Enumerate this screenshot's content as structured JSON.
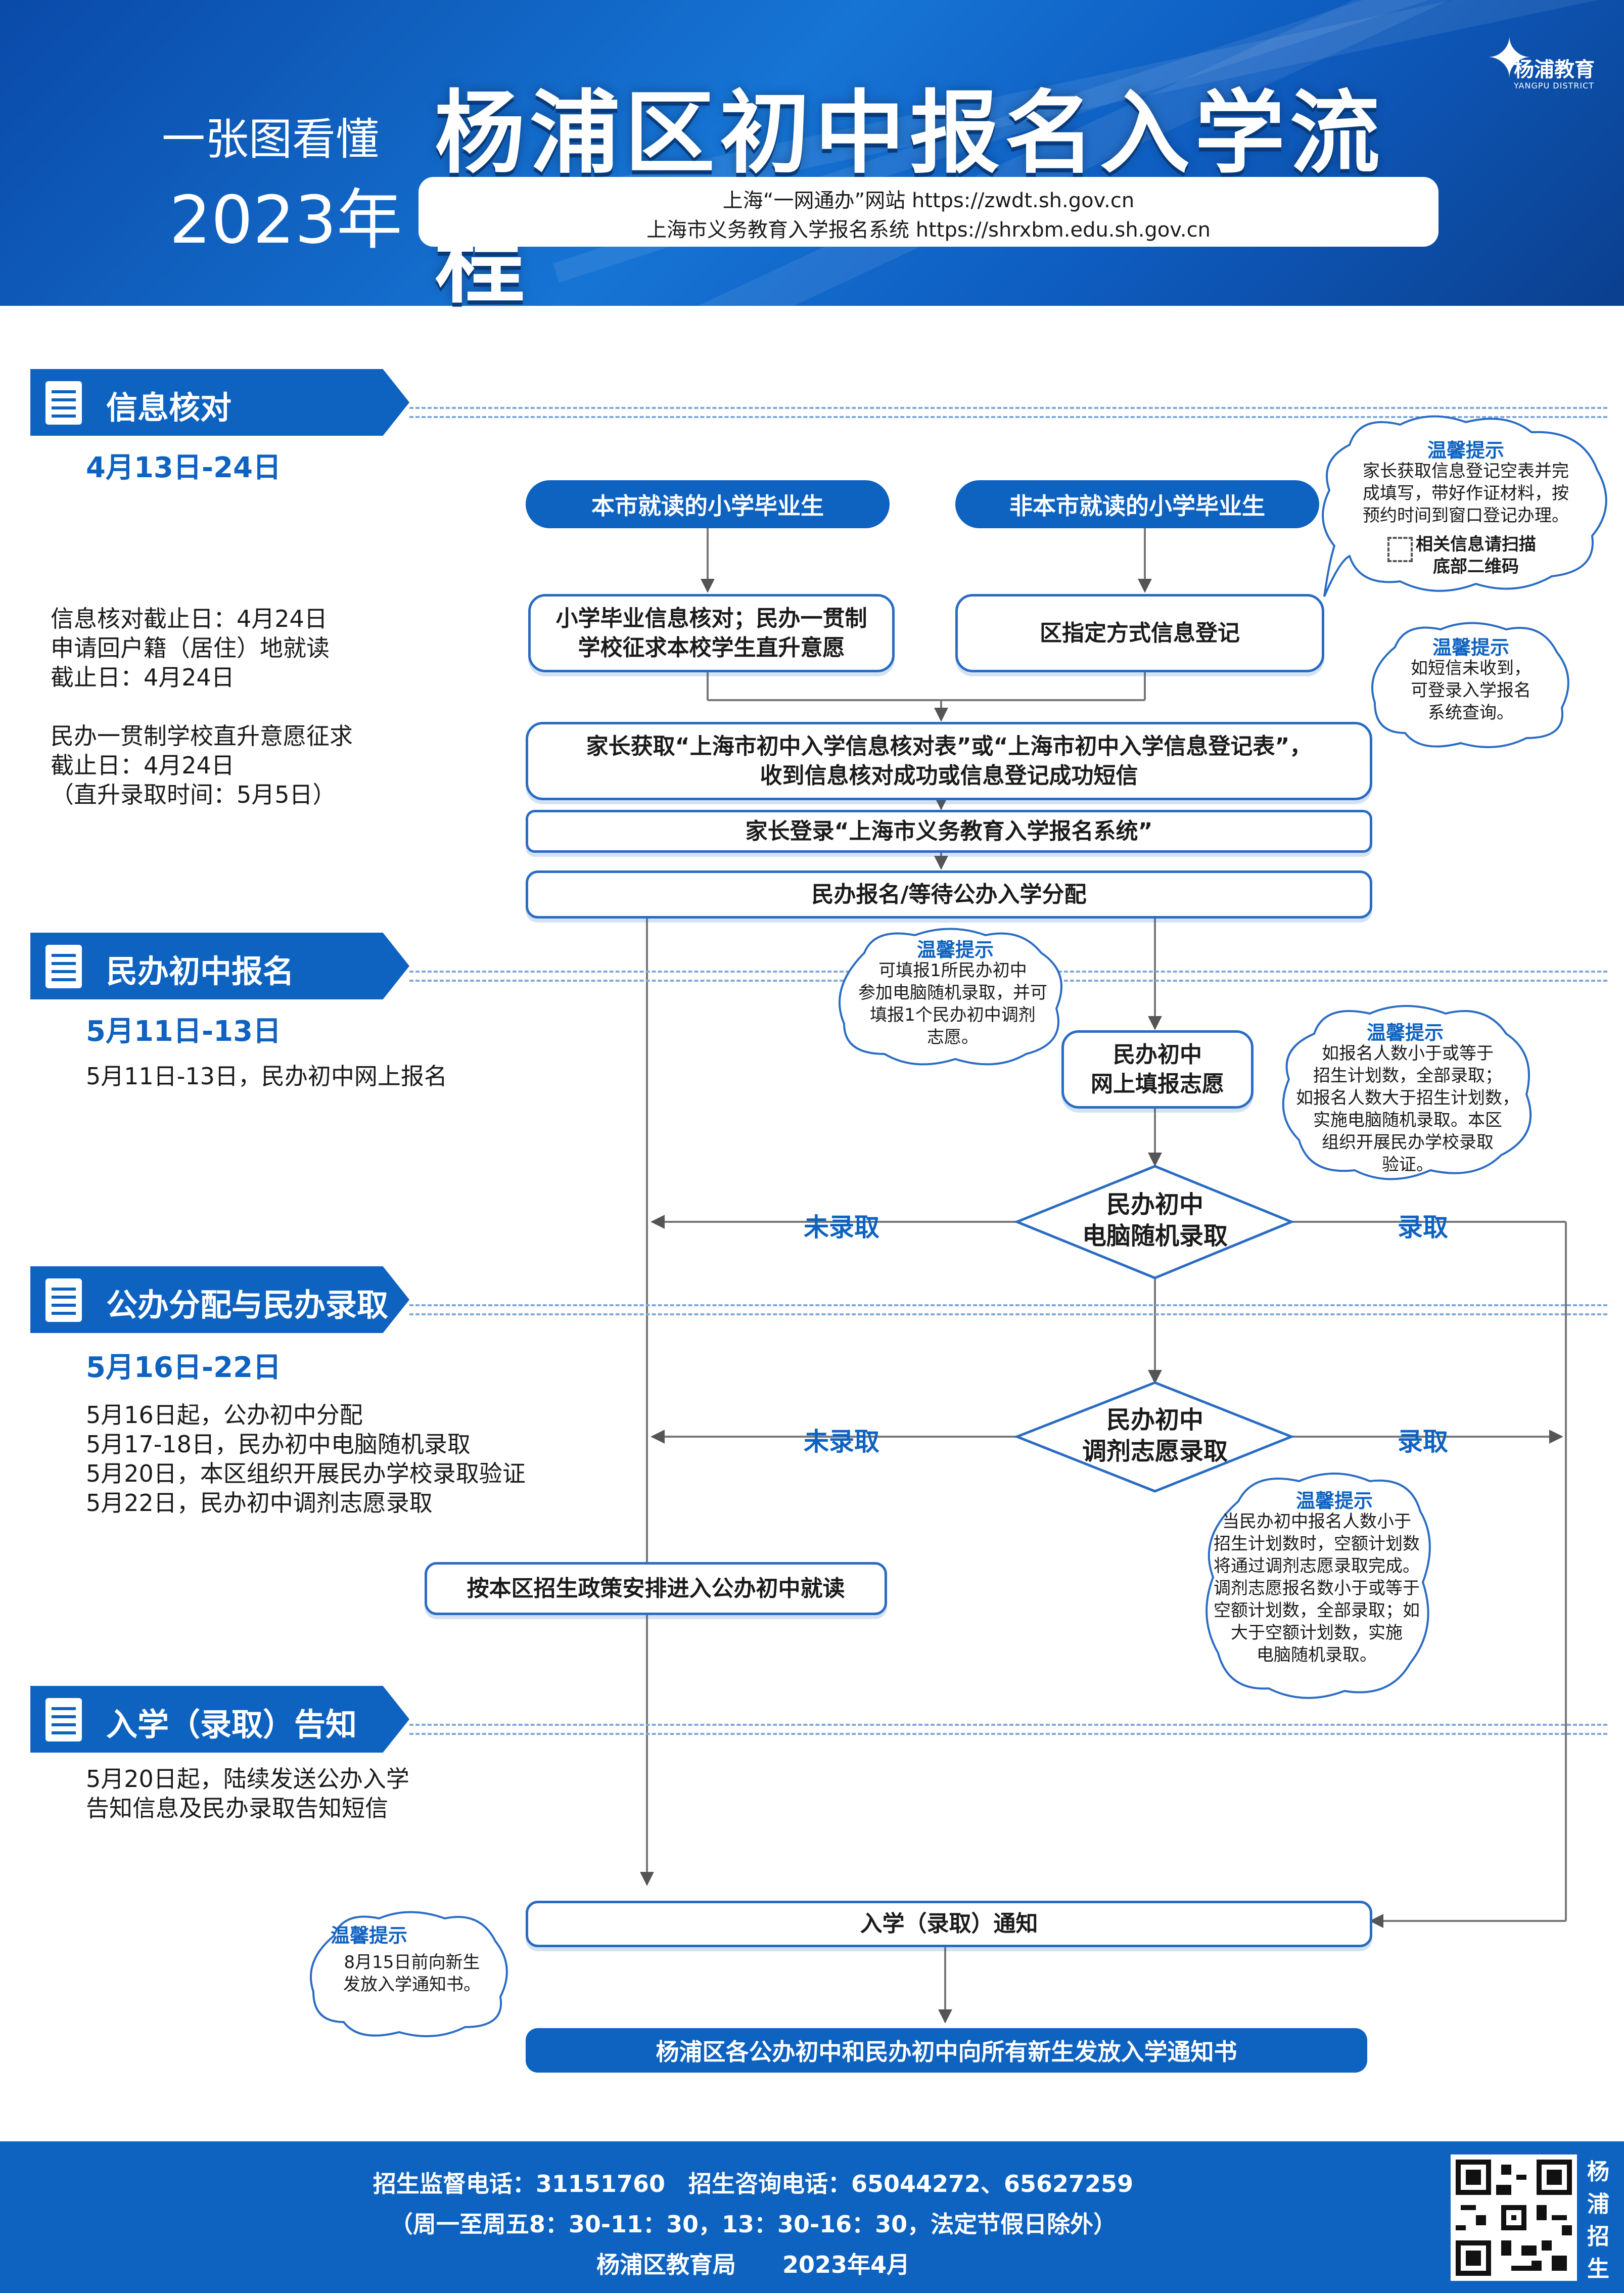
{
  "header": {
    "tagline": "一张图看懂",
    "year": "2023年",
    "title": "杨浦区初中报名入学流程",
    "url_line1": "上海“一网通办”网站 https://zwdt.sh.gov.cn",
    "url_line2": "上海市义务教育入学报名系统 https://shrxbm.edu.sh.gov.cn",
    "logo_text": "杨浦教育",
    "logo_sub": "YANGPU DISTRICT"
  },
  "sections": {
    "s1": {
      "label": "信息核对",
      "date": "4月13日-24日",
      "text": "信息核对截止日：4月24日\n申请回户籍（居住）地就读\n截止日：4月24日\n\n民办一贯制学校直升意愿征求\n截止日：4月24日\n（直升录取时间：5月5日）"
    },
    "s2": {
      "label": "民办初中报名",
      "date": "5月11日-13日",
      "text": "5月11日-13日，民办初中网上报名"
    },
    "s3": {
      "label": "公办分配与民办录取",
      "date": "5月16日-22日",
      "text": "5月16日起，公办初中分配\n5月17-18日，民办初中电脑随机录取\n5月20日，本区组织开展民办学校录取验证\n5月22日，民办初中调剂志愿录取"
    },
    "s4": {
      "label": "入学（录取）告知",
      "text": "5月20日起，陆续发送公办入学\n告知信息及民办录取告知短信"
    }
  },
  "flow": {
    "local_grad": "本市就读的小学毕业生",
    "nonlocal_grad": "非本市就读的小学毕业生",
    "verify_box": "小学毕业信息核对；民办一贯制\n学校征求本校学生直升意愿",
    "register_box": "区指定方式信息登记",
    "parent_form": "家长获取“上海市初中入学信息核对表”或“上海市初中入学信息登记表”，\n收到信息核对成功或信息登记成功短信",
    "login": "家长登录“上海市义务教育入学报名系统”",
    "wait": "民办报名/等待公办入学分配",
    "fill": "民办初中\n网上填报志愿",
    "lottery": "民办初中\n电脑随机录取",
    "adjust": "民办初中\n调剂志愿录取",
    "public": "按本区招生政策安排进入公办初中就读",
    "notice": "入学（录取）通知",
    "final": "杨浦区各公办初中和民办初中向所有新生发放入学通知书",
    "not_admitted": "未录取",
    "admitted": "录取"
  },
  "tips": {
    "title": "温馨提示",
    "t1": "家长获取信息登记空表并完\n成填写，带好作证材料，按\n预约时间到窗口登记办理。",
    "t1_extra": "相关信息请扫描\n底部二维码",
    "t2": "如短信未收到，\n可登录入学报名\n系统查询。",
    "t3": "可填报1所民办初中\n参加电脑随机录取，并可\n填报1个民办初中调剂\n志愿。",
    "t4": "如报名人数小于或等于\n招生计划数，全部录取；\n如报名人数大于招生计划数，\n实施电脑随机录取。本区\n组织开展民办学校录取\n验证。",
    "t5": "当民办初中报名人数小于\n招生计划数时，空额计划数\n将通过调剂志愿录取完成。\n调剂志愿报名数小于或等于\n空额计划数，全部录取；如\n大于空额计划数，实施\n电脑随机录取。",
    "t6": "8月15日前向新生\n发放入学通知书。"
  },
  "footer": {
    "line1": "招生监督电话：31151760　招生咨询电话：65044272、65627259",
    "line2": "（周一至周五8：30-11：30，13：30-16：30，法定节假日除外）",
    "line3": "杨浦区教育局　　2023年4月",
    "qr_label": "杨浦招生"
  },
  "colors": {
    "primary": "#0e62c0",
    "header_dark": "#0a4aa8",
    "text": "#1a1a1a"
  }
}
